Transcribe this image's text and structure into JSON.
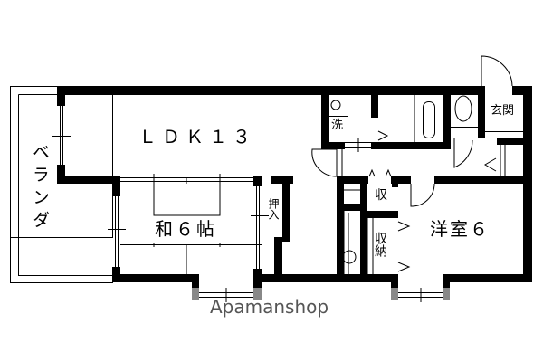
{
  "rooms": {
    "ldk": "ＬＤＫ１３",
    "veranda": "ベランダ",
    "washitsu": "和６帖",
    "oshiire": "押入",
    "laundry": "洗",
    "storage_small": "収",
    "storage": "収納",
    "youshitsu": "洋室６",
    "entrance": "玄関"
  },
  "logo": "Apamanshop",
  "colors": {
    "wall": "#000000",
    "window_frame": "#888888",
    "logo": "#555555"
  }
}
